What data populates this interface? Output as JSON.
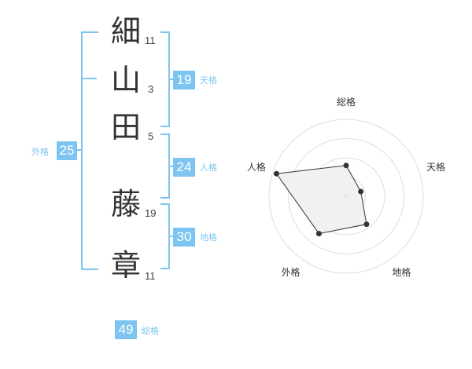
{
  "name": {
    "characters": [
      {
        "char": "細",
        "strokes": "11"
      },
      {
        "char": "山",
        "strokes": "3"
      },
      {
        "char": "田",
        "strokes": "5"
      },
      {
        "char": "藤",
        "strokes": "19"
      },
      {
        "char": "章",
        "strokes": "11"
      }
    ]
  },
  "fortune": {
    "tenkaku": {
      "label": "天格",
      "value": "19"
    },
    "jinkaku": {
      "label": "人格",
      "value": "24"
    },
    "chikaku": {
      "label": "地格",
      "value": "30"
    },
    "gaikaku": {
      "label": "外格",
      "value": "25"
    },
    "soukaku": {
      "label": "総格",
      "value": "49"
    }
  },
  "colors": {
    "accent": "#7dc5f0",
    "text": "#333333",
    "radar_fill": "#efefef",
    "radar_ring": "#dddddd",
    "radar_dot": "#333333"
  },
  "chart_data": {
    "type": "radar",
    "axes": [
      "総格",
      "天格",
      "地格",
      "外格",
      "人格"
    ],
    "values": [
      0.4,
      0.2,
      0.45,
      0.6,
      0.95
    ],
    "range": [
      0,
      1
    ],
    "rings": 4
  }
}
